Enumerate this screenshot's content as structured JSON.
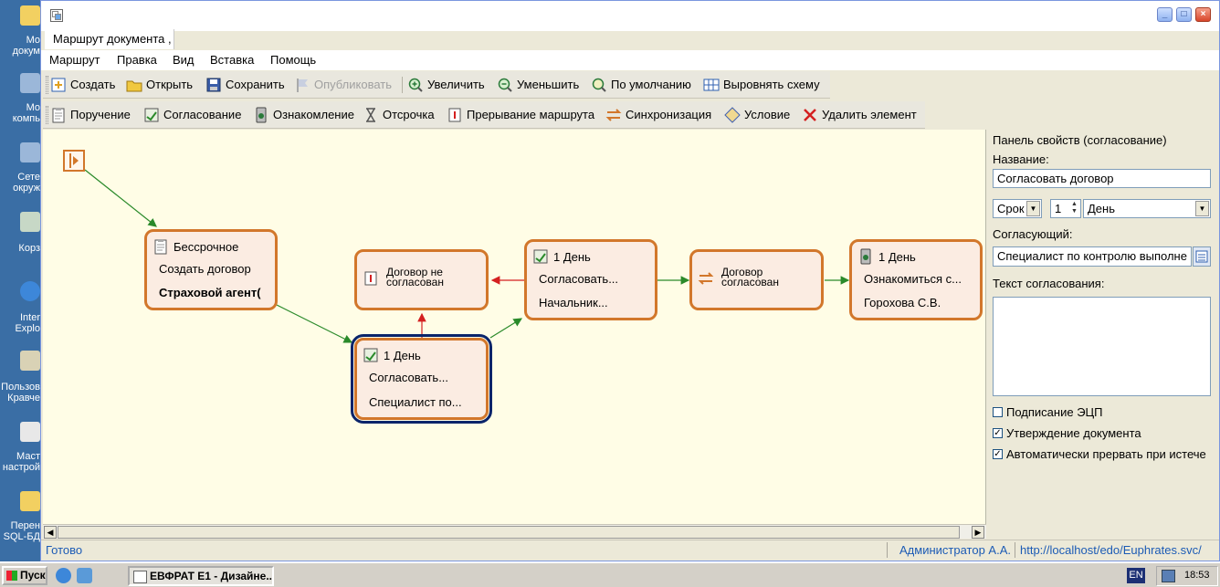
{
  "desktop": {
    "icons": [
      {
        "label": "Мо\nдокум",
        "glyph_color": "#f2d061"
      },
      {
        "label": "Мо\nкомпь",
        "glyph_color": "#9bb7d9"
      },
      {
        "label": "Сете\nокруж",
        "glyph_color": "#9bb7d9"
      },
      {
        "label": "Корз",
        "glyph_color": "#c7d8c6"
      },
      {
        "label": "Inter\nExplo",
        "glyph_color": "#3d87d9"
      },
      {
        "label": "Пользов\nКравче",
        "glyph_color": "#d9d2b5"
      },
      {
        "label": "Маст\nнастрой",
        "glyph_color": "#e8e8e8"
      },
      {
        "label": "Перен\nSQL-БД",
        "glyph_color": "#f2d061"
      }
    ]
  },
  "window": {
    "document_tab": "Маршрут документа ,",
    "menu": [
      "Маршрут",
      "Правка",
      "Вид",
      "Вставка",
      "Помощь"
    ]
  },
  "toolbar1": {
    "items": [
      {
        "label": "Создать",
        "icon": "new-icon",
        "disabled": false
      },
      {
        "label": "Открыть",
        "icon": "open-folder-icon",
        "disabled": false
      },
      {
        "label": "Сохранить",
        "icon": "save-icon",
        "disabled": false
      },
      {
        "label": "Опубликовать",
        "icon": "flag-icon",
        "disabled": true
      },
      {
        "label": "Увеличить",
        "icon": "zoom-in-icon",
        "disabled": false
      },
      {
        "label": "Уменьшить",
        "icon": "zoom-out-icon",
        "disabled": false
      },
      {
        "label": "По умолчанию",
        "icon": "zoom-default-icon",
        "disabled": false
      },
      {
        "label": "Выровнять схему",
        "icon": "align-icon",
        "disabled": false
      }
    ]
  },
  "toolbar2": {
    "items": [
      {
        "label": "Поручение",
        "icon": "assignment-icon"
      },
      {
        "label": "Согласование",
        "icon": "approval-icon"
      },
      {
        "label": "Ознакомление",
        "icon": "acquaintance-icon"
      },
      {
        "label": "Отсрочка",
        "icon": "hourglass-icon"
      },
      {
        "label": "Прерывание маршрута",
        "icon": "interrupt-icon"
      },
      {
        "label": "Синхронизация",
        "icon": "sync-icon"
      },
      {
        "label": "Условие",
        "icon": "condition-icon"
      },
      {
        "label": "Удалить элемент",
        "icon": "delete-icon"
      }
    ]
  },
  "diagram": {
    "nodes": {
      "task": {
        "header": "Бессрочное",
        "line1": "Создать договор",
        "line2": "Страховой агент("
      },
      "not_agreed": {
        "text": "Договор не\nсогласован"
      },
      "approval1": {
        "header": "1 День",
        "line1": "Согласовать...",
        "line2": "Специалист по..."
      },
      "approval2": {
        "header": "1 День",
        "line1": "Согласовать...",
        "line2": "Начальник..."
      },
      "agreed": {
        "text": "Договор\nсогласован"
      },
      "acquaint": {
        "header": "1 День",
        "line1": "Ознакомиться с...",
        "line2": "Горохова С.В."
      }
    },
    "colors": {
      "node_border": "#d2772b",
      "node_fill": "#fbece2",
      "edge_ok": "#2a8a2a",
      "edge_reject": "#d42020",
      "canvas": "#fffde6"
    }
  },
  "properties": {
    "panel_title": "Панель свойств (согласование)",
    "name_label": "Название:",
    "name_value": "Согласовать договор",
    "term_select": "Срок",
    "term_count": "1",
    "term_unit": "День",
    "approver_label": "Согласующий:",
    "approver_value": "Специалист по контролю выполне",
    "text_label": "Текст согласования:",
    "checkboxes": [
      {
        "label": "Подписание ЭЦП",
        "checked": false
      },
      {
        "label": "Утверждение документа",
        "checked": true
      },
      {
        "label": "Автоматически прервать при истече",
        "checked": true
      }
    ]
  },
  "status": {
    "left": "Готово",
    "user": "Администратор А.А.",
    "url": "http://localhost/edo/Euphrates.svc/"
  },
  "taskbar": {
    "start": "Пуск",
    "task": "ЕВФРАТ Е1 - Дизайне...",
    "lang": "EN",
    "clock": "18:53"
  }
}
